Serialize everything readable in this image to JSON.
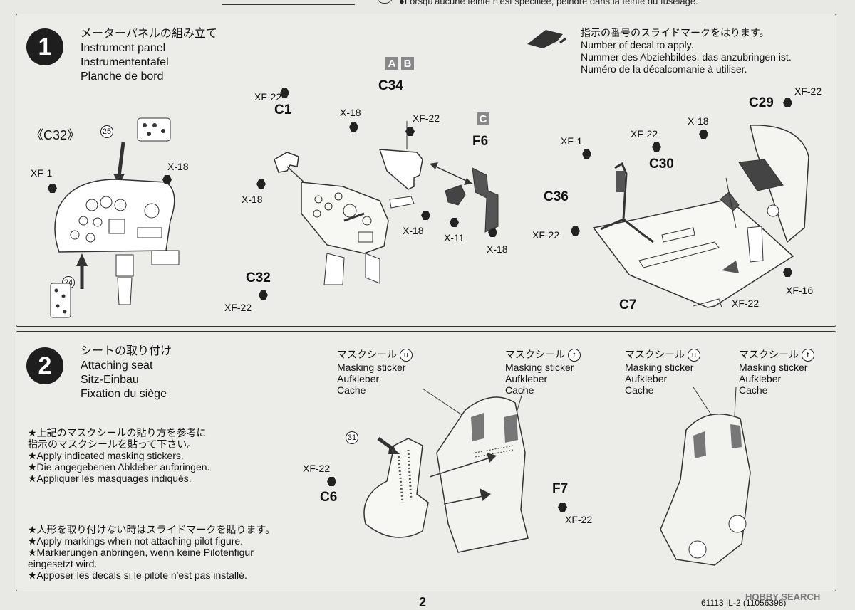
{
  "top_note": "●Lorsqu'aucune teinte n'est spécifiée, peindre dans la teinte du fuselage.",
  "step1": {
    "number": "1",
    "title_jp": "メーターパネルの組み立て",
    "title_en": "Instrument panel",
    "title_de": "Instrumententafel",
    "title_fr": "Planche de bord",
    "decal_note": {
      "jp": "指示の番号のスライドマークをはります。",
      "en": "Number of decal to apply.",
      "de": "Nummer des Abziehbildes, das anzubringen ist.",
      "fr": "Numéro de la décalcomanie à utiliser."
    },
    "inset_label": "《C32》",
    "decal_25": "25",
    "decal_24": "24",
    "parts": {
      "c1": "C1",
      "c34": "C34",
      "f6": "F6",
      "c32": "C32",
      "c29": "C29",
      "c30": "C30",
      "c36": "C36",
      "c7": "C7"
    },
    "boxes": {
      "a": "A",
      "b": "B",
      "c": "C"
    },
    "paints": {
      "xf1": "XF-1",
      "x18": "X-18",
      "xf22": "XF-22",
      "x11": "X-11",
      "xf16": "XF-16"
    }
  },
  "step2": {
    "number": "2",
    "title_jp": "シートの取り付け",
    "title_en": "Attaching seat",
    "title_de": "Sitz-Einbau",
    "title_fr": "Fixation du siège",
    "mask_jp": "マスクシール",
    "mask_en": "Masking sticker",
    "mask_de": "Aufkleber",
    "mask_fr": "Cache",
    "mask_u": "u",
    "mask_t": "t",
    "decal_31": "31",
    "parts": {
      "c6": "C6",
      "f7": "F7"
    },
    "paint_xf22": "XF-22",
    "notes1": [
      "★上記のマスクシールの貼り方を参考に",
      "指示のマスクシールを貼って下さい。",
      "★Apply indicated masking stickers.",
      "★Die angegebenen Abkleber aufbringen.",
      "★Appliquer les masquages indiqués."
    ],
    "notes2": [
      "★人形を取り付けない時はスライドマークを貼ります。",
      "★Apply markings when not attaching pilot figure.",
      "★Markierungen anbringen, wenn keine Pilotenfigur",
      "eingesetzt wird.",
      "★Apposer les decals si le pilote n'est pas installé."
    ]
  },
  "page_number": "2",
  "code": "61113 IL-2 (11056398)",
  "watermark": "HOBBY SEARCH"
}
